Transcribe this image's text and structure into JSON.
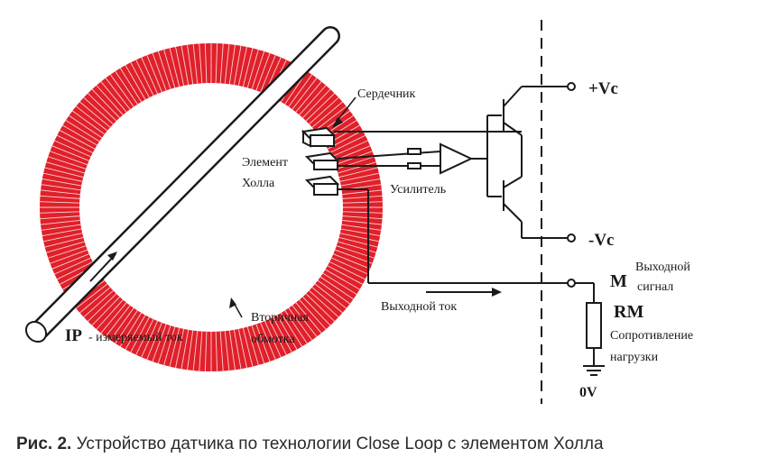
{
  "labels": {
    "core": "Сердечник",
    "hall_1": "Элемент",
    "hall_2": "Холла",
    "amplifier": "Усилитель",
    "vc_plus": "+Vc",
    "vc_minus": "-Vc",
    "out_signal_letter": "M",
    "out_signal_1": "Выходной",
    "out_signal_2": "сигнал",
    "rm": "RM",
    "load_1": "Сопротивление",
    "load_2": "нагрузки",
    "zero_v": "0V",
    "output_current": "Выходной ток",
    "secondary_1": "Вторичная",
    "secondary_2": "обмотка",
    "ip_letter": "IP",
    "ip_text": "- измеряемый ток"
  },
  "caption": {
    "prefix": "Рис. 2.",
    "text": "Устройство датчика по технологии Close Loop с элементом Холла"
  },
  "colors": {
    "winding": "#e0202a",
    "line": "#1a1a1a"
  }
}
